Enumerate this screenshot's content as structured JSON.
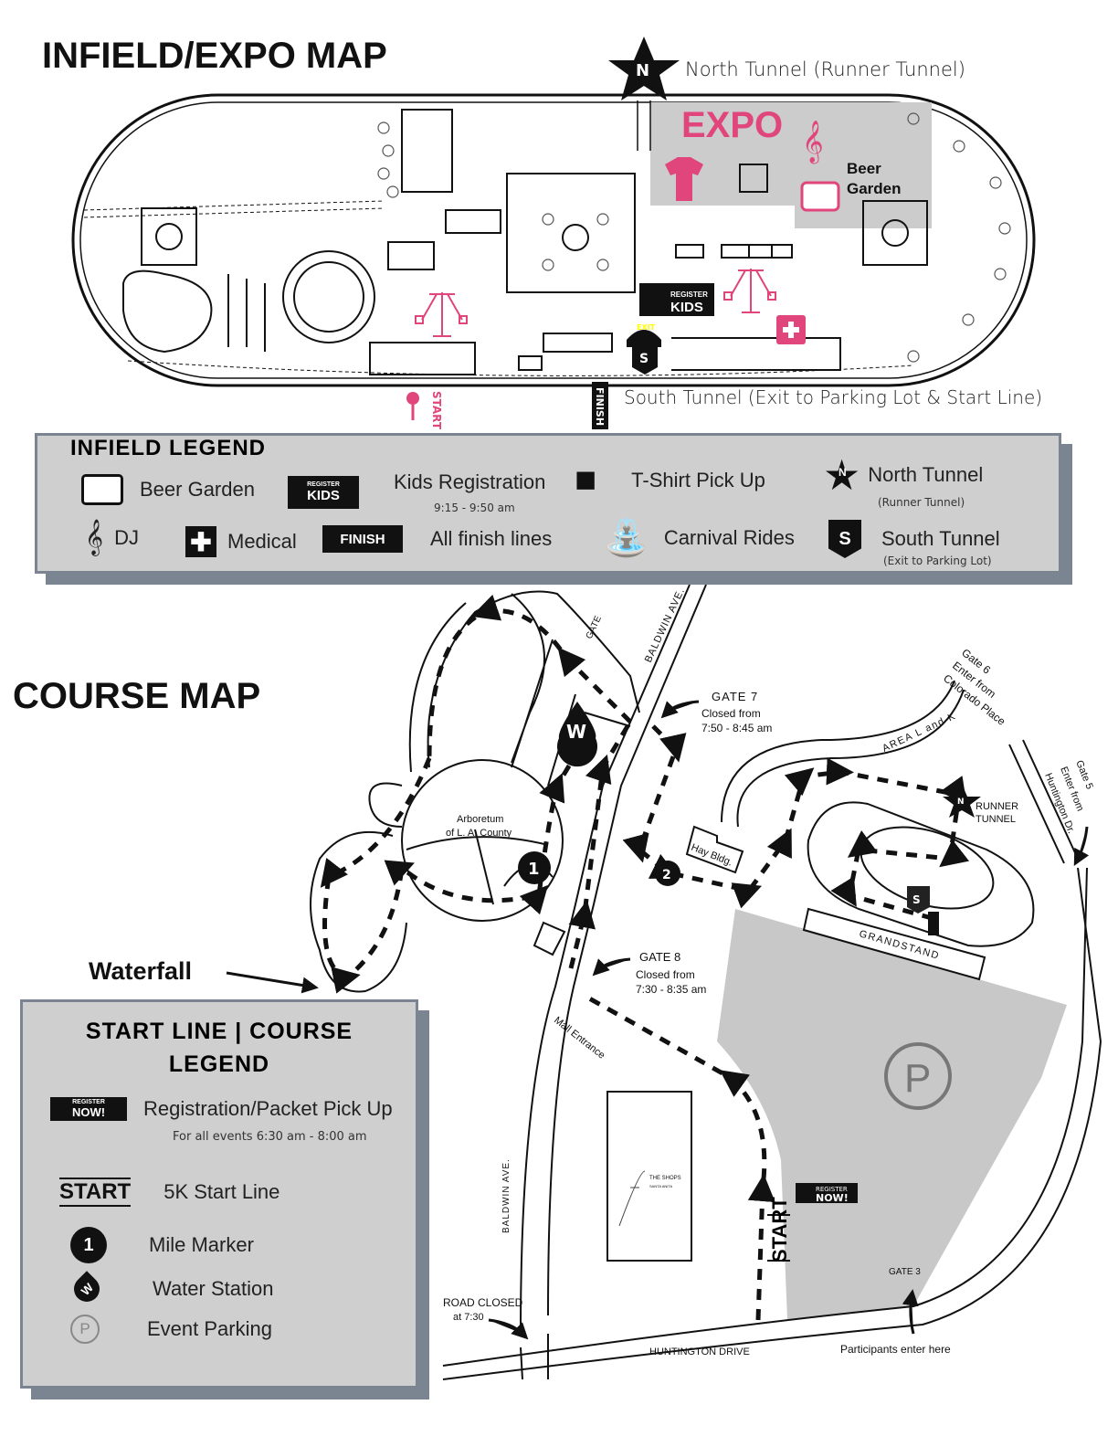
{
  "infield": {
    "title": "INFIELD/EXPO MAP",
    "north_tunnel_label": "North Tunnel (Runner Tunnel)",
    "north_marker": "N",
    "south_marker": "S",
    "expo_label": "EXPO",
    "beer_garden_line1": "Beer",
    "beer_garden_line2": "Garden",
    "register_small": "REGISTER",
    "register_kids": "KIDS",
    "exit_label": "EXIT",
    "start_label": "START",
    "finish_label": "FINISH",
    "south_tunnel_label": "South Tunnel (Exit to Parking Lot & Start Line)",
    "colors": {
      "accent": "#e0457b",
      "expo_area": "#cccccc"
    }
  },
  "infield_legend": {
    "title": "INFIELD LEGEND",
    "items": [
      {
        "icon": "beer-garden-icon",
        "label": "Beer Garden"
      },
      {
        "icon": "register-kids-icon",
        "label": "Kids Registration",
        "note": "9:15 - 9:50 am",
        "badge_small": "REGISTER",
        "badge_large": "KIDS"
      },
      {
        "icon": "tshirt-icon",
        "label": "T-Shirt Pick Up"
      },
      {
        "icon": "north-tunnel-star-icon",
        "label": "North Tunnel",
        "note": "(Runner Tunnel)",
        "badge": "N"
      },
      {
        "icon": "dj-clef-icon",
        "label": "DJ"
      },
      {
        "icon": "medical-cross-icon",
        "label": "Medical"
      },
      {
        "icon": "finish-banner-icon",
        "label": "All finish lines",
        "badge": "FINISH"
      },
      {
        "icon": "carnival-ride-icon",
        "label": "Carnival Rides"
      },
      {
        "icon": "south-tunnel-shield-icon",
        "label": "South Tunnel",
        "note": "(Exit to Parking Lot)",
        "badge": "S"
      }
    ]
  },
  "course": {
    "title": "COURSE MAP",
    "gate_label": "GATE",
    "baldwin_ave": "BALDWIN AVE.",
    "gate7": {
      "title": "GATE 7",
      "line1": "Closed from",
      "line2": "7:50 - 8:45 am"
    },
    "gate6": {
      "title": "Gate 6",
      "line1": "Enter from",
      "line2": "Colorado Place"
    },
    "gate5": {
      "title": "Gate 5",
      "line1": "Enter from",
      "line2": "Huntington Dr."
    },
    "area_label": "AREA L and K",
    "runner_tunnel": [
      "RUNNER",
      "TUNNEL"
    ],
    "arboretum": [
      "Arboretum",
      "of L. A. County"
    ],
    "hay_bldg": "Hay Bldg.",
    "mile_markers": [
      "1",
      "2"
    ],
    "water_station": "W",
    "grandstand": "GRANDSTAND",
    "gate8": {
      "title": "GATE 8",
      "line1": "Closed from",
      "line2": "7:30 - 8:35 am"
    },
    "mall_entrance": "Mall Entrance",
    "waterfall": "Waterfall",
    "shops": [
      "THE SHOPS",
      "SANTA ANITA"
    ],
    "start": "START",
    "register_now_small": "REGISTER",
    "register_now_large": "NOW!",
    "gate3": "GATE 3",
    "road_closed": [
      "ROAD CLOSED",
      "at 7:30"
    ],
    "huntington_drive": "HUNTINGTON DRIVE",
    "participants": "Participants  enter here",
    "parking": "P"
  },
  "course_legend": {
    "title_line1": "START LINE | COURSE",
    "title_line2": "LEGEND",
    "items": [
      {
        "icon": "register-now-icon",
        "label": "Registration/Packet Pick Up",
        "note": "For all events 6:30 am - 8:00 am"
      },
      {
        "icon": "start-line-icon",
        "label": "5K Start Line",
        "badge": "START"
      },
      {
        "icon": "mile-marker-icon",
        "label": "Mile Marker",
        "badge": "1"
      },
      {
        "icon": "water-station-icon",
        "label": "Water Station",
        "badge": "W"
      },
      {
        "icon": "parking-icon",
        "label": "Event Parking",
        "badge": "P"
      }
    ]
  }
}
